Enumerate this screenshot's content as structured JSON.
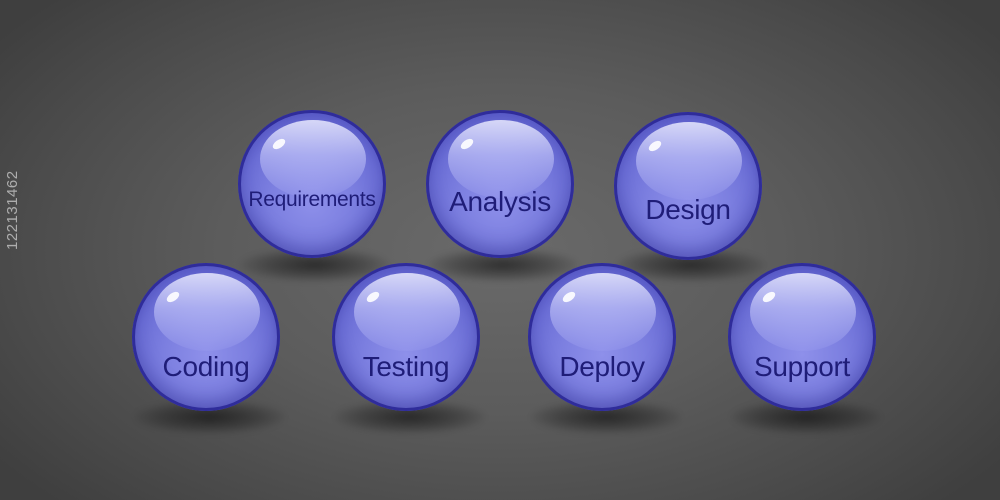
{
  "spheres": [
    {
      "id": "requirements",
      "label": "Requirements"
    },
    {
      "id": "analysis",
      "label": "Analysis"
    },
    {
      "id": "design",
      "label": "Design"
    },
    {
      "id": "coding",
      "label": "Coding"
    },
    {
      "id": "testing",
      "label": "Testing"
    },
    {
      "id": "deploy",
      "label": "Deploy"
    },
    {
      "id": "support",
      "label": "Support"
    }
  ],
  "watermark": {
    "stock_id": "122131462"
  },
  "colors": {
    "sphere_fill": "#7c7fe0",
    "sphere_rim": "#2f2c9a",
    "label_text": "#1f1d78",
    "background": "#5c5c5c"
  }
}
